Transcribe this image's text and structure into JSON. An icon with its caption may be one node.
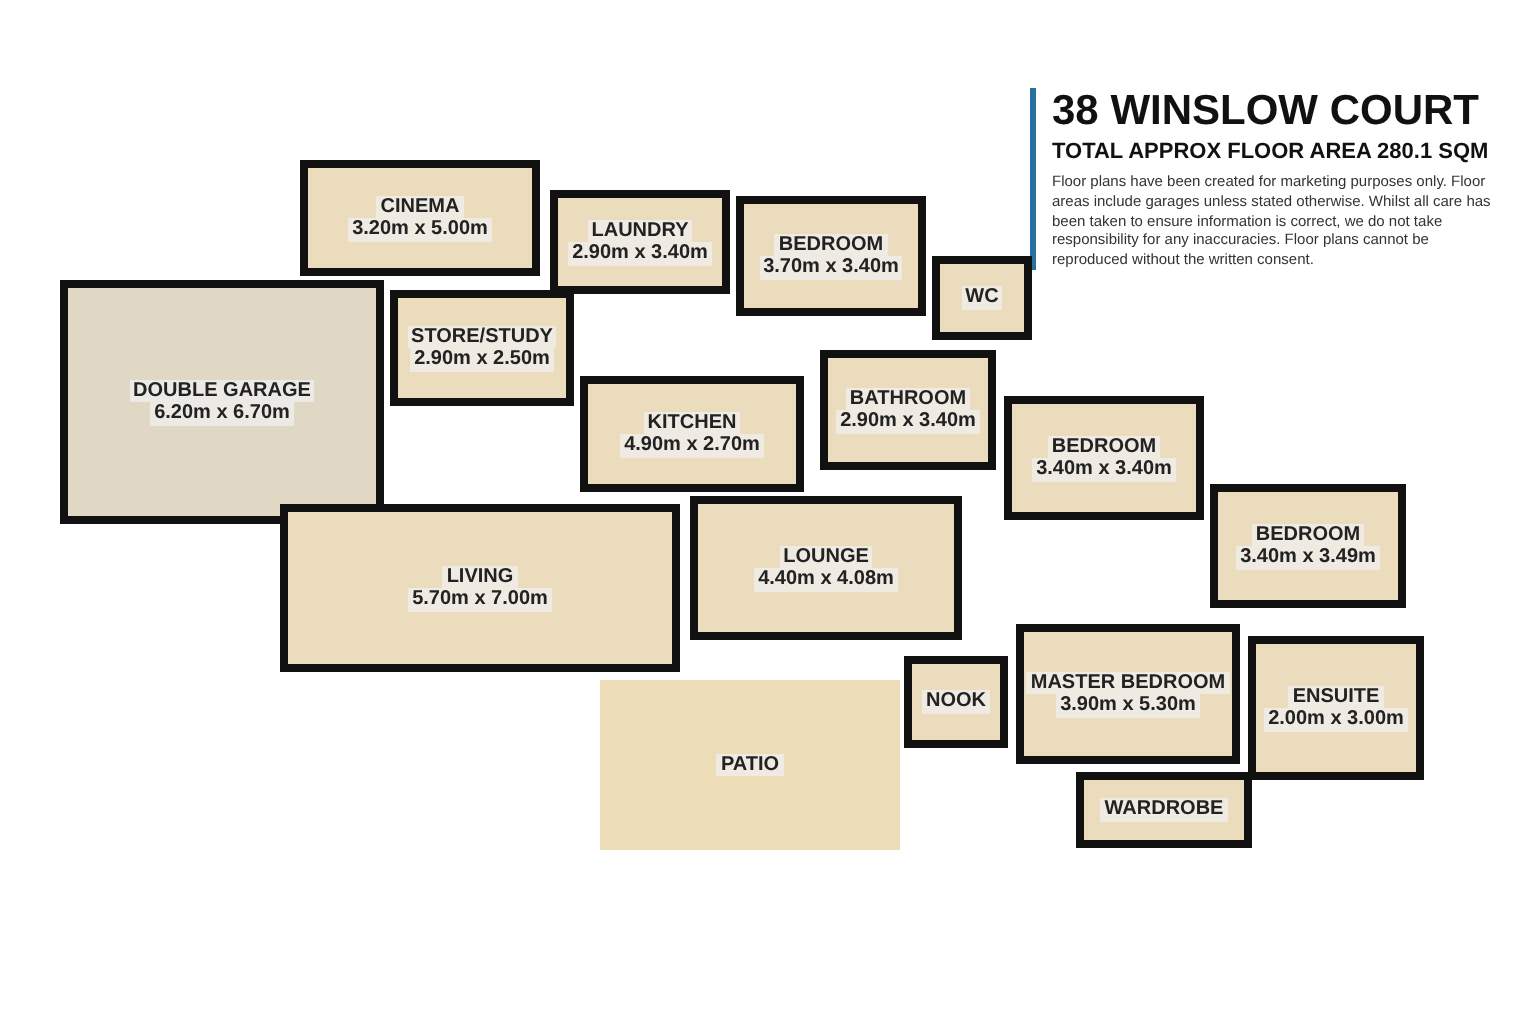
{
  "diagram": {
    "title": "38 WINSLOW COURT",
    "nodes": [
      {
        "text": [
          "CINEMA",
          "3.20m x 5.00m"
        ]
      },
      {
        "text": [
          "LAUNDRY",
          "2.90m x 3.40m"
        ]
      },
      {
        "text": [
          "BEDROOM",
          "3.70m x 3.40m"
        ]
      },
      {
        "text": [
          "DOUBLE GARAGE",
          "6.20m x 6.70m"
        ]
      },
      {
        "text": [
          "STORE/STUDY",
          "2.90m x 2.50m"
        ]
      },
      {
        "text": [
          "WC"
        ]
      },
      {
        "text": [
          "BATHROOM",
          "2.90m x 3.40m"
        ]
      },
      {
        "text": [
          "KITCHEN",
          "4.90m x 2.70m"
        ]
      },
      {
        "text": [
          "BEDROOM",
          "3.40m x 3.40m"
        ]
      },
      {
        "text": [
          "LIVING",
          "5.70m x 7.00m"
        ]
      },
      {
        "text": [
          "LOUNGE",
          "4.40m x 4.08m"
        ]
      },
      {
        "text": [
          "BEDROOM",
          "3.40m x 3.49m"
        ]
      },
      {
        "text": [
          "NOOK"
        ]
      },
      {
        "text": [
          "MASTER BEDROOM",
          "3.90m x 5.30m"
        ]
      },
      {
        "text": [
          "ENSUITE",
          "2.00m x 3.00m"
        ]
      },
      {
        "text": [
          "PATIO"
        ]
      },
      {
        "text": [
          "WARDROBE"
        ]
      }
    ],
    "labels": [
      "TOTAL APPROX FLOOR AREA 280.1 SQM",
      "Floor plans have been created for marketing purposes only. Floor areas include garages unless stated otherwise. Whilst all care has been taken to ensure information is correct, we do not take responsibility for any inaccuracies. Floor plans cannot be reproduced without the written consent."
    ]
  }
}
